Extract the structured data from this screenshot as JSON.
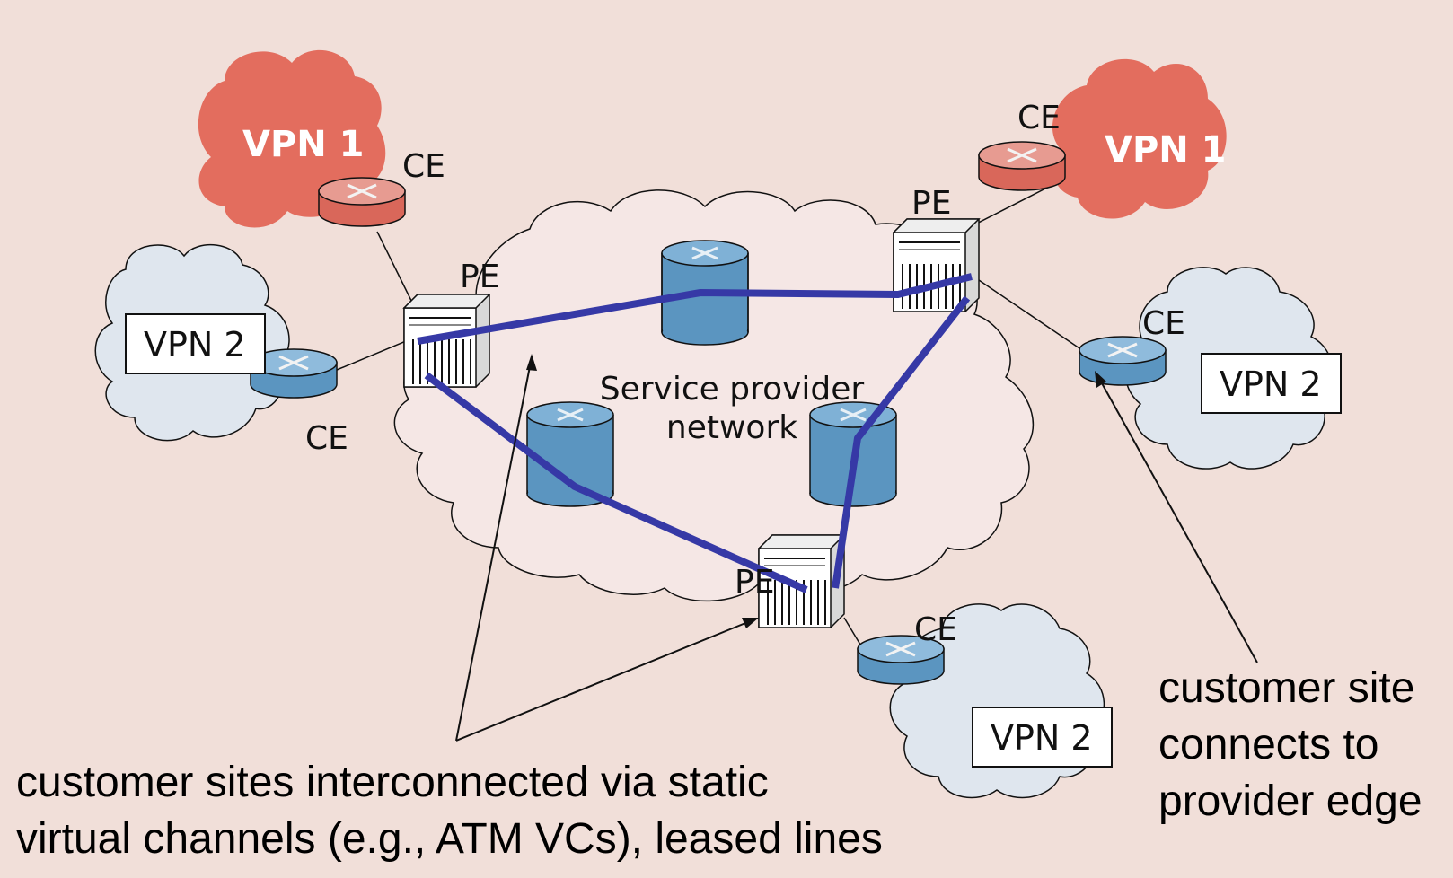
{
  "colors": {
    "background": "#f1dfd9",
    "vpn1_cloud": "#e36d5e",
    "vpn2_cloud": "#dfe6ee",
    "provider_cloud": "#f5e7e5",
    "router_blue": "#5b95c0",
    "router_red": "#d9675a",
    "virtual_channel": "#3639a6"
  },
  "icons": {
    "router": "router-icon",
    "provider_edge": "switch-icon",
    "core_router": "core-router-icon"
  },
  "labels": {
    "vpn1_left": "VPN 1",
    "vpn1_right": "VPN 1",
    "vpn2_left": "VPN 2",
    "vpn2_right": "VPN 2",
    "vpn2_bottom": "VPN 2",
    "ce_top_left": "CE",
    "ce_left": "CE",
    "ce_top_right": "CE",
    "ce_right": "CE",
    "ce_bottom": "CE",
    "pe_left": "PE",
    "pe_right": "PE",
    "pe_bottom": "PE",
    "provider_line1": "Service provider",
    "provider_line2": "network"
  },
  "annotations": {
    "right_line1": "customer site",
    "right_line2": "connects to",
    "right_line3": "provider edge",
    "bottom_line1": "customer sites interconnected via static",
    "bottom_line2": "virtual channels (e.g., ATM VCs), leased lines"
  }
}
